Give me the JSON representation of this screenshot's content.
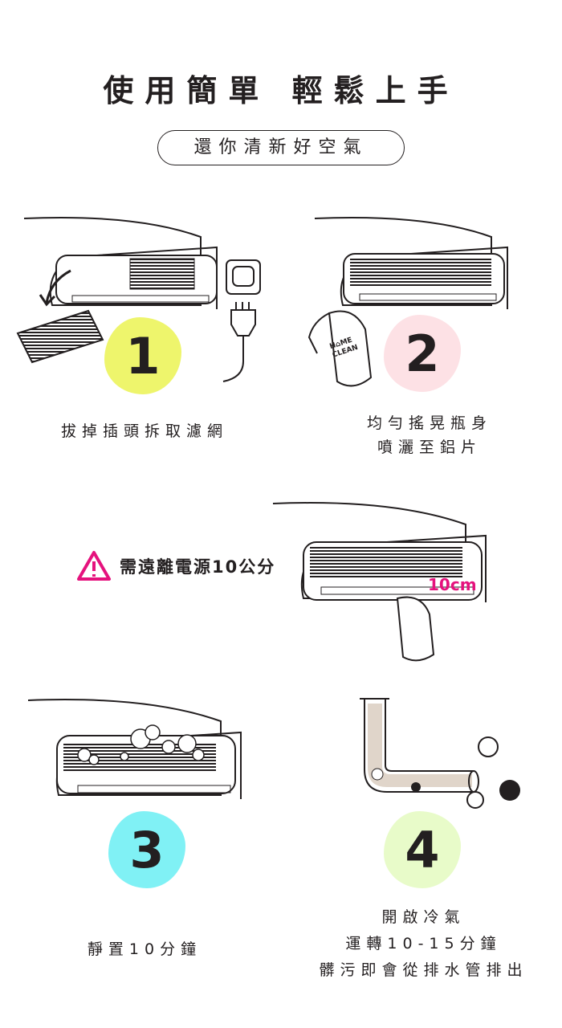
{
  "header": {
    "title": "使用簡單 輕鬆上手",
    "subtitle": "還你清新好空氣"
  },
  "steps": [
    {
      "number": "1",
      "caption": [
        "拔掉插頭拆取濾網"
      ],
      "color": "#eef56c"
    },
    {
      "number": "2",
      "caption": [
        "均勻搖晃瓶身",
        "噴灑至鋁片"
      ],
      "color": "#fde1e5",
      "bottle_label": [
        "H⌂ME",
        "CLEAN"
      ]
    },
    {
      "number": "3",
      "caption": [
        "靜置10分鐘"
      ],
      "color": "#80f1f5"
    },
    {
      "number": "4",
      "caption": [
        "開啟冷氣",
        "運轉10-15分鐘",
        "髒污即會從排水管排出"
      ],
      "color": "#e8fbc9"
    }
  ],
  "warning": {
    "text": "需遠離電源10公分",
    "distance_label": "10cm",
    "accent": "#e5127d",
    "icon": "warning-triangle-icon"
  }
}
